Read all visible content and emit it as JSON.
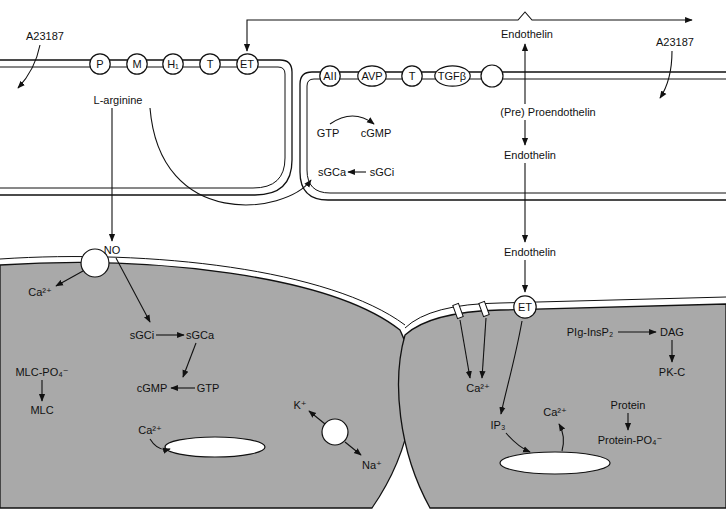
{
  "diagram": {
    "nodes": [
      {
        "text": [
          "P"
        ]
      },
      {
        "text": [
          "M"
        ]
      },
      {
        "text": [
          "H₁"
        ]
      },
      {
        "text": [
          "T"
        ]
      },
      {
        "text": [
          "ET"
        ]
      },
      {
        "text": [
          "AII"
        ]
      },
      {
        "text": [
          "AVP"
        ]
      },
      {
        "text": [
          "T"
        ]
      },
      {
        "text": [
          "TGFβ"
        ]
      },
      {
        "text": [
          "ET"
        ]
      }
    ],
    "labels": [
      "A23187",
      "Endothelin",
      "A23187",
      "L-arginine",
      "(Pre) Proendothelin",
      "GTP",
      "cGMP",
      "sGCa",
      "sGCi",
      "Endothelin",
      "NO",
      "Endothelin",
      "Ca²⁺",
      "sGCi",
      "sGCa",
      "PIg-InsP₂",
      "DAG",
      "MLC-PO₄⁻",
      "cGMP",
      "GTP",
      "PK-C",
      "Ca²⁺",
      "Protein",
      "MLC",
      "IP₃",
      "Ca²⁺",
      "Protein-PO₄⁻",
      "K⁺",
      "Ca²⁺",
      "Na⁺"
    ]
  }
}
